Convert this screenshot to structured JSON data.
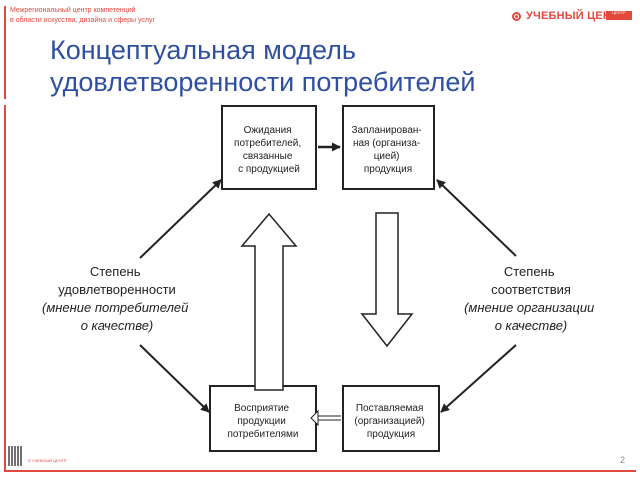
{
  "header": {
    "org_line1": "Межрегиональный центр компетенций",
    "org_line2": "в области искусства, дизайна и сферы услуг",
    "brand_name": "УЧЕБНЫЙ ЦЕНТР",
    "brand_tag": "ЦЕНТР",
    "footer_small": "© УЧЕБНЫЙ ЦЕНТР"
  },
  "title": {
    "line1": "Концептуальная модель",
    "line2": "удовлетворенности потребителей"
  },
  "diagram": {
    "boxes": {
      "expectations": [
        "Ожидания",
        "потребителей,",
        "связанные",
        "с продукцией"
      ],
      "planned": [
        "Запланирован-",
        "ная (организа-",
        "цией)",
        "продукция"
      ],
      "perception": [
        "Восприятие",
        "продукции",
        "потребителями"
      ],
      "delivered": [
        "Поставляемая",
        "(организацией)",
        "продукция"
      ]
    },
    "left_label": {
      "line1": "Степень",
      "line2": "удовлетворенности",
      "line3": "(мнение потребителей",
      "line4": "о качестве)"
    },
    "right_label": {
      "line1": "Степень",
      "line2": "соответствия",
      "line3": "(мнение организации",
      "line4": "о качестве)"
    }
  },
  "page_number": "2",
  "colors": {
    "accent": "#e2483b",
    "title": "#2f4fa2",
    "ink": "#222222"
  }
}
